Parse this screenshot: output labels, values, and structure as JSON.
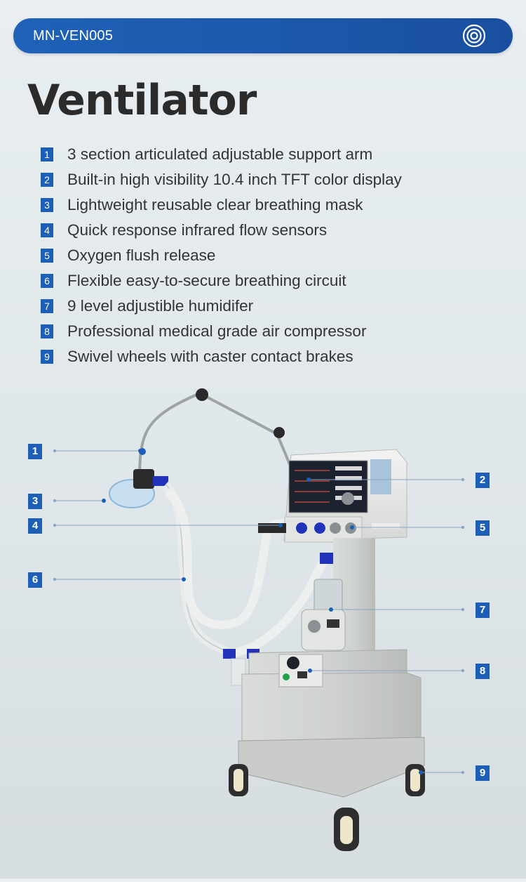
{
  "header": {
    "product_code": "MN-VEN005",
    "icon": "concentric-target-icon"
  },
  "title": "Ventilator",
  "features": [
    {
      "number": "1",
      "text": "3 section articulated adjustable support arm"
    },
    {
      "number": "2",
      "text": "Built-in high visibility 10.4 inch TFT color display"
    },
    {
      "number": "3",
      "text": "Lightweight reusable clear breathing mask"
    },
    {
      "number": "4",
      "text": "Quick response infrared flow sensors"
    },
    {
      "number": "5",
      "text": "Oxygen flush release"
    },
    {
      "number": "6",
      "text": "Flexible easy-to-secure breathing circuit"
    },
    {
      "number": "7",
      "text": "9 level adjustible humidifer"
    },
    {
      "number": "8",
      "text": "Professional medical grade air compressor"
    },
    {
      "number": "9",
      "text": "Swivel wheels with caster contact brakes"
    }
  ],
  "callouts": [
    "1",
    "2",
    "3",
    "4",
    "5",
    "6",
    "7",
    "8",
    "9"
  ],
  "colors": {
    "accent": "#1d5fb6",
    "header_bar": "#1f62b8",
    "background": "#e3e9ed",
    "title": "#2b2b2b"
  }
}
